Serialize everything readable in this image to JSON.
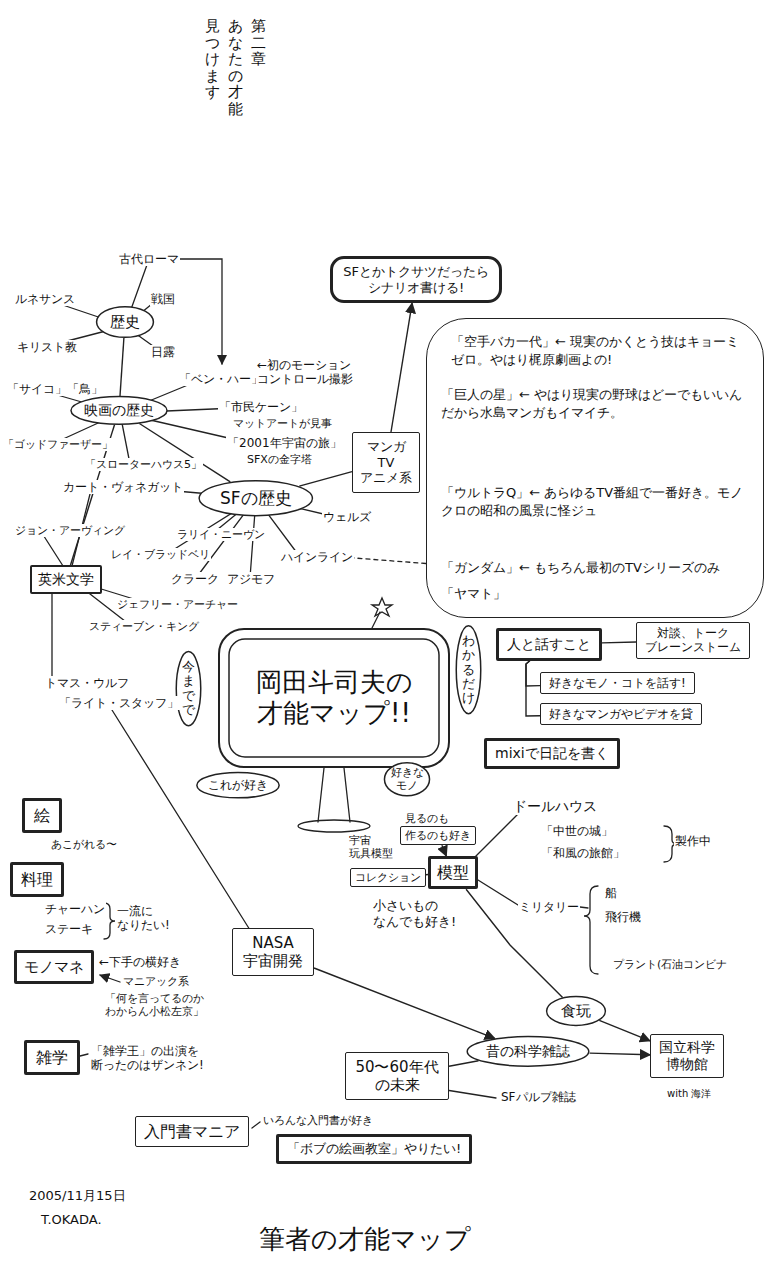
{
  "diagram": {
    "caption": "筆者の才能マップ",
    "nodes": [
      {
        "text": [
          "SFとかトクサツだったら シナリオ書ける!"
        ]
      },
      {
        "text": [
          "歴史"
        ]
      },
      {
        "text": [
          "映画の歴史"
        ]
      },
      {
        "text": [
          "「空手バカ一代」← 現実のかくとう技はキョーミゼロ。やはり梶原劇画よの!",
          "「巨人の星」← やはり現実の野球はどーでもいいんだから水島マンガもイマイチ。",
          "「ウルトラQ」← あらゆるTV番組で一番好き。モノクロの昭和の風景に怪ジュ",
          "「ガンダム」← もちろん最初のTVシリーズのみ",
          "「ヤマト」"
        ]
      },
      {
        "text": [
          "マンガ TV アニメ系"
        ]
      },
      {
        "text": [
          "SFの歴史"
        ]
      },
      {
        "text": [
          "英米文学"
        ]
      },
      {
        "text": [
          "岡田斗司夫の 才能マップ!!"
        ]
      },
      {
        "text": [
          "今までで"
        ]
      },
      {
        "text": [
          "わかるだけ"
        ]
      },
      {
        "text": [
          "人と話すこと"
        ]
      },
      {
        "text": [
          "対談、トーク ブレーンストーム"
        ]
      },
      {
        "text": [
          "好きなモノ・コトを話す!"
        ]
      },
      {
        "text": [
          "好きなマンガやビデオを貸"
        ]
      },
      {
        "text": [
          "mixiで日記を書く"
        ]
      },
      {
        "text": [
          "これが好き"
        ]
      },
      {
        "text": [
          "好きなモノ"
        ]
      },
      {
        "text": [
          "絵"
        ]
      },
      {
        "text": [
          "作るのも好き"
        ]
      },
      {
        "text": [
          "コレクション"
        ]
      },
      {
        "text": [
          "模型"
        ]
      },
      {
        "text": [
          "料理"
        ]
      },
      {
        "text": [
          "モノマネ"
        ]
      },
      {
        "text": [
          "NASA 宇宙開発"
        ]
      },
      {
        "text": [
          "食玩"
        ]
      },
      {
        "text": [
          "雑学"
        ]
      },
      {
        "text": [
          "昔の科学雑誌"
        ]
      },
      {
        "text": [
          "国立科学 博物館"
        ]
      },
      {
        "text": [
          "50〜60年代 の未来"
        ]
      },
      {
        "text": [
          "入門書マニア"
        ]
      },
      {
        "text": [
          "「ボブの絵画教室」やりたい!"
        ]
      }
    ],
    "edges": [
      {
        "from": 1,
        "to": 2,
        "arrow": "none"
      },
      {
        "from": 2,
        "to": 5,
        "arrow": "none"
      },
      {
        "from": 2,
        "to": 6,
        "arrow": "none"
      },
      {
        "from": 5,
        "to": 4,
        "arrow": "none"
      },
      {
        "from": 4,
        "to": 0,
        "arrow": "to"
      },
      {
        "from": 10,
        "to": 11,
        "arrow": "none"
      },
      {
        "from": 10,
        "to": 12,
        "arrow": "none"
      },
      {
        "from": 10,
        "to": 13,
        "arrow": "none"
      },
      {
        "from": 18,
        "to": 20,
        "arrow": "to"
      },
      {
        "from": 19,
        "to": 20,
        "arrow": "none"
      },
      {
        "from": 20,
        "to": 24,
        "arrow": "none"
      },
      {
        "from": 23,
        "to": 26,
        "arrow": "to"
      },
      {
        "from": 28,
        "to": 26,
        "arrow": "none"
      },
      {
        "from": 26,
        "to": 27,
        "arrow": "to"
      },
      {
        "from": 24,
        "to": 27,
        "arrow": "to"
      }
    ],
    "labels": [
      "第二章",
      "あなたの才能",
      "見つけます",
      "古代ローマ",
      "ルネサンス",
      "戦国",
      "キリスト教",
      "日露",
      "「サイコ」「鳥」",
      "「ベン・ハー」",
      "←初のモーション コントロール撮影",
      "「市民ケーン」",
      "マットアートが見事",
      "「2001年宇宙の旅」",
      "SFXの金字塔",
      "「ゴッドファーザー」",
      "「スローターハウス5」",
      "カート・ヴォネガット",
      "ウェルズ",
      "ジョン・アーヴィング",
      "ラリイ・ニーヴン",
      "レイ・ブラッドベリ",
      "クラーク",
      "アジモフ",
      "ハインライン",
      "ジェフリー・アーチャー",
      "スティーブン・キング",
      "トマス・ウルフ",
      "「ライト・スタッフ」",
      "あこがれる〜",
      "チャーハン",
      "ステーキ",
      "一流に なりたい!",
      "←下手の横好き",
      "マニアック系",
      "「何を言ってるのか わからん小松左京」",
      "「雑学王」の出演を 断ったのはザンネン!",
      "見るのも",
      "宇宙 玩具模型",
      "小さいもの なんでも好き!",
      "ドールハウス",
      "「中世の城」",
      "「和風の旅館」",
      "製作中",
      "ミリタリー",
      "船",
      "飛行機",
      "プラント(石油コンビナ",
      "with 海洋",
      "SFパルプ雑誌",
      "いろんな入門書が好き",
      "2005/11月15日",
      "T.OKADA."
    ]
  }
}
